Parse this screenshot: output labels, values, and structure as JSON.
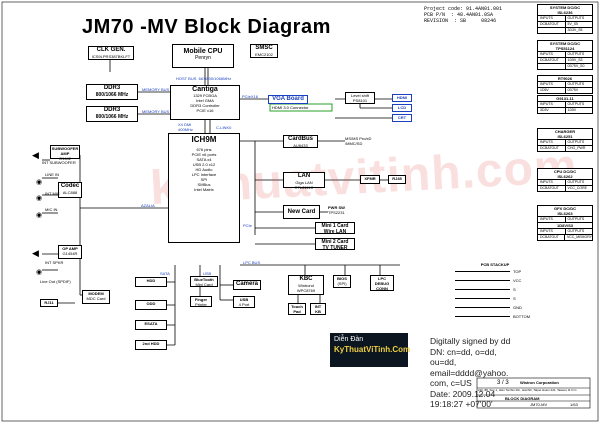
{
  "title": "JM70 -MV Block Diagram",
  "project": {
    "code_label": "Project code:",
    "code": "91.4AN01.001",
    "pcb_label": "PCB P/N",
    "pcb": "48.4AN01.0SA",
    "rev_label": "REVISION",
    "rev": "SB",
    "date_code": "08246"
  },
  "blocks": {
    "clk_gen": {
      "title": "CLK GEN.",
      "sub": "ICS9LPRS387BKLFT"
    },
    "cpu": {
      "title": "Mobile CPU",
      "sub": "Penryn"
    },
    "smsc": {
      "title": "SMSC",
      "sub": "EMC2102"
    },
    "ddr3_a": {
      "title": "DDR3",
      "sub": "800/1066 MHz"
    },
    "ddr3_b": {
      "title": "DDR3",
      "sub": "800/1066 MHz"
    },
    "cantiga": {
      "title": "Cantiga",
      "lines": [
        "1329 FCBGA",
        "Intel GMA",
        "DDR3 Controller",
        "PCIE x16",
        "DMI x4"
      ]
    },
    "ich9m": {
      "title": "ICH9M",
      "lines": [
        "676 pins",
        "PCIE x6 ports",
        "SATA x4",
        "USB 2.0 x12",
        "HD Audio",
        "LPC Interface",
        "SPI",
        "SMBus",
        "Intel Matrix"
      ]
    },
    "vga_board": {
      "title": "VGA Board"
    },
    "hdmi3_conn": {
      "title": "HDMI 3.0 Connector"
    },
    "level_shift": {
      "title": "Level shift",
      "sub": "PS8101"
    },
    "hdmi": {
      "title": "HDMI"
    },
    "lcd": {
      "title": "LCD"
    },
    "crt": {
      "title": "CRT"
    },
    "cardbus": {
      "title": "CardBus",
      "sub": "AU6433"
    },
    "ms_sd": {
      "title": "MS/MS Pro/xD",
      "sub": "/MMC/SD"
    },
    "lan": {
      "title": "LAN",
      "sub": "Giga LAN",
      "sub2": "RTL8111C"
    },
    "xfmr": {
      "title": "XFMR"
    },
    "rj45": {
      "title": "RJ45"
    },
    "pwr_sw": {
      "title": "PWR SW",
      "sub": "TPS2231"
    },
    "new_card": {
      "title": "New Card"
    },
    "mini_card1": {
      "title": "Mini 1 Card",
      "sub": "Wire LAN"
    },
    "mini_card2": {
      "title": "Mini 2 Card",
      "sub": "TV TUNER"
    },
    "codec": {
      "title": "Codec",
      "sub": "ALC888"
    },
    "spk_amp": {
      "title": "SUBWOOFER AMP",
      "sub": "G1442"
    },
    "op_amp": {
      "title": "OP AMP",
      "sub": "G1454R"
    },
    "modem": {
      "title": "MODEM",
      "sub": "MDC Card"
    },
    "rj11": {
      "title": "RJ11"
    },
    "kbc": {
      "title": "KBC",
      "sub": "Winbond",
      "sub2": "WPC8769"
    },
    "bios": {
      "title": "BIOS",
      "sub": "(SPI)"
    },
    "lpc_debug": {
      "title": "LPC",
      "sub": "DEBUG",
      "sub2": "CONN"
    },
    "touch_pad": {
      "title": "Touch",
      "sub": "Pad"
    },
    "int_kb": {
      "title": "INT",
      "sub": "KB"
    },
    "hdd": {
      "title": "HDD",
      "sub": "SATA"
    },
    "odd": {
      "title": "ODD",
      "sub": "SATA"
    },
    "esata": {
      "title": "ESATA"
    },
    "sata2nd": {
      "title": "2nd HDD"
    },
    "bluetooth": {
      "title": "BlueTooth",
      "sub": "Mini Card"
    },
    "camera": {
      "title": "Camera"
    },
    "finger": {
      "title": "Finger",
      "sub": "Printer"
    },
    "usb4": {
      "title": "USB",
      "sub": "4 Port"
    }
  },
  "audio_jacks": [
    "INT SUBWOOFER",
    "LINE IN",
    "INT MIC",
    "MIC IN",
    "INT SPKR",
    "Line Out (SPDIF)"
  ],
  "bus_labels": {
    "fsb": "667/800/1066MHz",
    "host_bus": "HOST BUS",
    "memory_bus_a": "MEMORY BUS",
    "memory_bus_b": "MEMORY BUS",
    "dmi": "X4 DMI",
    "dmi_speed": "400MHz",
    "clink": "C-LINK0",
    "pcie16": "PCIeX16",
    "azalia": "AZALIA",
    "pcie": "PCIe",
    "lpc": "LPC BUS",
    "sata": "SATA",
    "usb": "USB"
  },
  "power_blocks": [
    {
      "title": "SYSTEM DC/DC",
      "sub": "ISL6236",
      "rows": [
        [
          "INPUTS",
          "OUTPUTS"
        ],
        [
          "DCBATOUT",
          "5V_S5"
        ],
        [
          "",
          "3D3V_S5"
        ]
      ]
    },
    {
      "title": "SYSTEM DC/DC",
      "sub": "TPS51124",
      "rows": [
        [
          "INPUTS",
          "OUTPUTS"
        ],
        [
          "DCBATOUT",
          "1D5V_S3"
        ],
        [
          "",
          "0D75V_S0"
        ]
      ]
    },
    {
      "title": "RT9026",
      "sub": "",
      "rows": [
        [
          "INPUTS",
          "OUTPUTS"
        ],
        [
          "1D5V",
          "0D75V"
        ]
      ]
    },
    {
      "title": "G9131-11",
      "sub": "",
      "rows": [
        [
          "INPUTS",
          "OUTPUTS"
        ],
        [
          "3D3V",
          "1D5V"
        ]
      ]
    },
    {
      "title": "CHARGER",
      "sub": "ISL6251",
      "rows": [
        [
          "INPUTS",
          "OUTPUTS"
        ],
        [
          "DCBATOUT",
          "CHG_PWR"
        ]
      ]
    },
    {
      "title": "CPU DC/DC",
      "sub": "ISL6262",
      "rows": [
        [
          "INPUTS",
          "OUTPUTS"
        ],
        [
          "DCBATOUT",
          "VCC_CORE"
        ]
      ]
    },
    {
      "title": "GFX DC/DC",
      "sub": "ISL6263",
      "rows": [
        [
          "INPUTS",
          "OUTPUTS"
        ],
        [
          "DCBATOUT",
          "VCC_GFX"
        ]
      ]
    },
    {
      "title": "1D8V/S3",
      "sub": "",
      "rows": [
        [
          "INPUTS",
          "OUTPUTS"
        ],
        [
          "DCBATOUT",
          "VCC_MEMORY"
        ]
      ]
    }
  ],
  "pcb_stackup": {
    "title": "PCB STACKUP",
    "layers": [
      "TOP",
      "VCC",
      "S",
      "S",
      "GND",
      "BOTTOM"
    ]
  },
  "signature": {
    "line1": "Digitally signed by dd",
    "line2": "DN: cn=dd, o=dd,",
    "line3": "ou=dd,",
    "line4": "email=dddd@yahoo.",
    "line5": "com, c=US",
    "line6": "Date: 2009.12.04",
    "line7": "19:18:27 +07'00'"
  },
  "watermark": "kythuatvitinh.com",
  "logo": {
    "line1": "Diễn Đàn",
    "line2": "KyThuatViTinh.Com"
  },
  "title_block": {
    "company": "Wistron Corporation",
    "address": "21F, 88, Sec.1, Hsin Tai Wu Rd., Hsichih, Taipei Hsien 221, Taiwan, R.O.C.",
    "doc_title": "BLOCK DIAGRAM",
    "model": "JM70-MV",
    "sheet": "1",
    "of": "63"
  },
  "page_mark": "3 / 3"
}
